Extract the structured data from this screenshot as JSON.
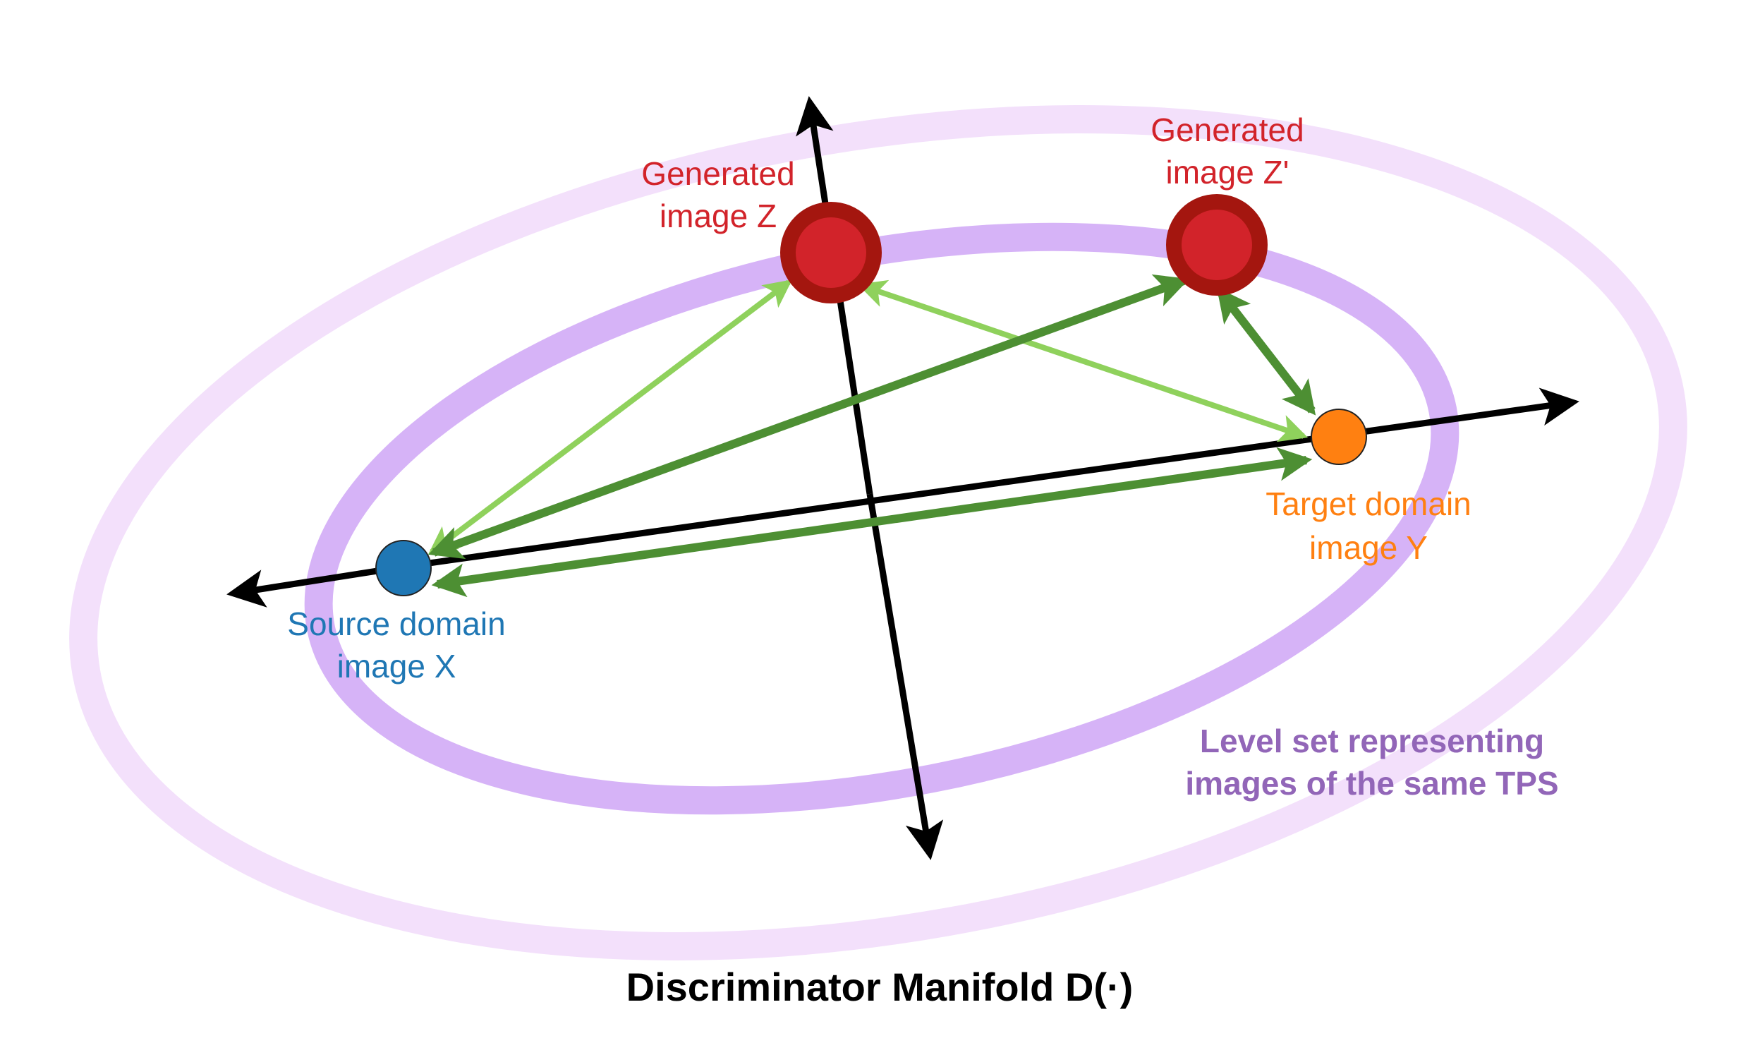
{
  "labels": {
    "generated_z_line1": "Generated",
    "generated_z_line2": "image Z",
    "generated_z_prime_line1": "Generated",
    "generated_z_prime_line2": "image Z'",
    "target_line1": "Target domain",
    "target_line2": "image Y",
    "source_line1": "Source domain",
    "source_line2": "image X",
    "level_set_line1": "Level set representing",
    "level_set_line2": "images of the same TPS"
  },
  "title": "Discriminator Manifold D(·)",
  "colors": {
    "outer_ring": "#f3e0fb",
    "inner_ring": "#d6b3f7",
    "generated": "#d2232a",
    "generated_border": "#a4160f",
    "target": "#ff8011",
    "source": "#1f77b4",
    "dark_green": "#4d8f33",
    "light_green": "#8fd15c",
    "axis": "#000000",
    "level_set_text": "#9266b8",
    "title_text": "#000000"
  }
}
